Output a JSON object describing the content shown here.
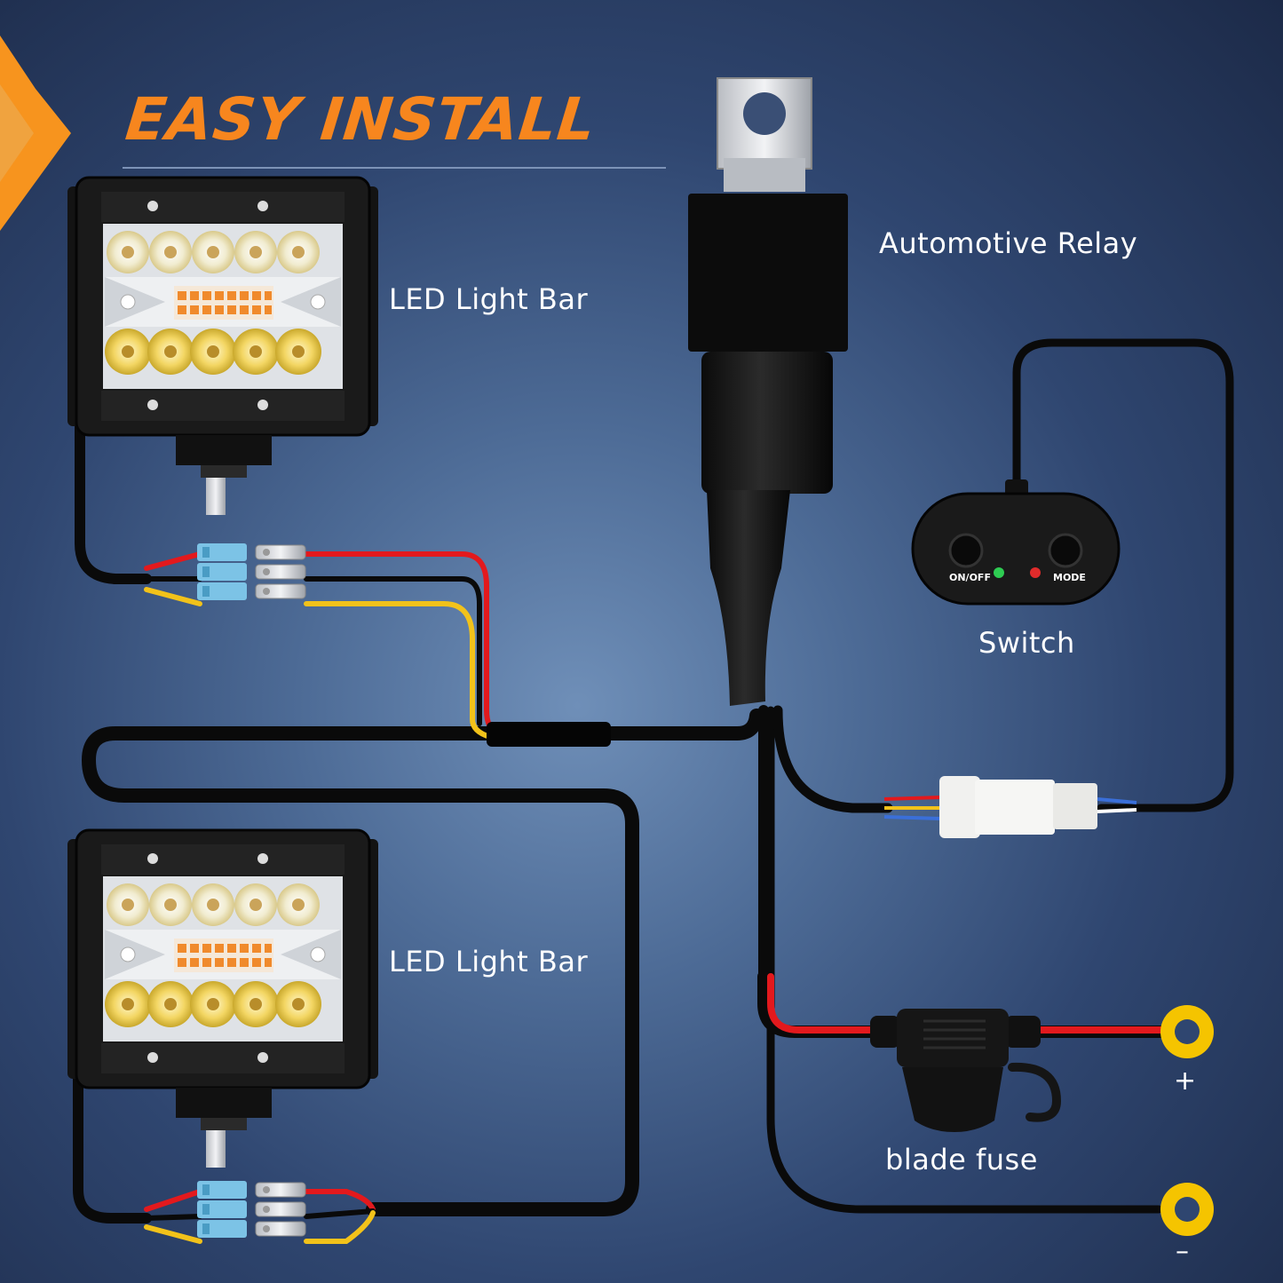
{
  "title": "EASY INSTALL",
  "labels": {
    "light_bar_top": "LED Light Bar",
    "light_bar_bottom": "LED Light Bar",
    "relay": "Automotive Relay",
    "switch": "Switch",
    "fuse": "blade fuse",
    "positive": "+",
    "negative": "–"
  },
  "switch_buttons": {
    "left": "ON/OFF",
    "right": "MODE"
  },
  "colors": {
    "accent": "#f7861e",
    "wire_red": "#e3191d",
    "wire_yellow": "#f2c21a",
    "wire_black": "#0a0a0a",
    "terminal": "#f5c400",
    "connector_blue": "#7cc3e6",
    "led_white": "#f4f4ee",
    "led_yellow": "#f3d663",
    "led_amber": "#f08a2c",
    "indicator_green": "#2ecc52",
    "indicator_red": "#e02b2b"
  }
}
